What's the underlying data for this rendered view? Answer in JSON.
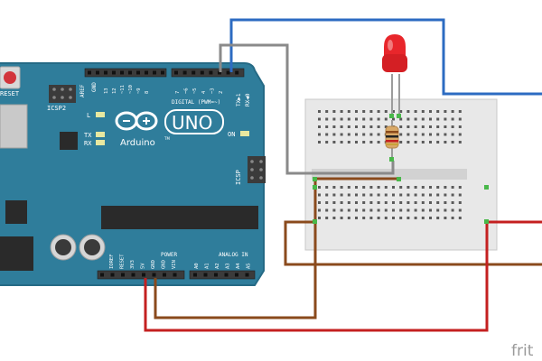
{
  "board": {
    "brand": "Arduino",
    "model": "UNO",
    "tm": "TM",
    "reset_label": "RESET",
    "icsp2_label": "ICSP2",
    "icsp_label": "ICSP",
    "led_l": "L",
    "led_tx": "TX",
    "led_rx": "RX",
    "led_on": "ON",
    "digital_label": "DIGITAL (PWM=~)",
    "tx_label": "TX▶1",
    "rx_label": "RX◀0",
    "aref": "AREF",
    "gnd_top": "GND",
    "digital_pins": [
      "13",
      "12",
      "~11",
      "~10",
      "~9",
      "8",
      "7",
      "~6",
      "~5",
      "4",
      "~3",
      "2"
    ],
    "power_label": "POWER",
    "analog_label": "ANALOG IN",
    "power_pins": [
      "IOREF",
      "RESET",
      "3V3",
      "5V",
      "GND",
      "GND",
      "VIN"
    ],
    "analog_pins": [
      "A0",
      "A1",
      "A2",
      "A3",
      "A4",
      "A5"
    ],
    "colors": {
      "board": "#2f7d9b",
      "board_edge": "#256a85",
      "header": "#3b3b3b",
      "chip": "#2a2a2a"
    }
  },
  "components": {
    "led_color": "#e8262b",
    "resistor_color": "#d9a967",
    "breadboard_color": "#e8e8e8"
  },
  "wires": {
    "colors": {
      "blue": "#2c6bc2",
      "gray": "#8a8a8a",
      "brown": "#8a4a1c",
      "red": "#c42020",
      "green": "#49b84a"
    }
  },
  "watermark": "frit"
}
